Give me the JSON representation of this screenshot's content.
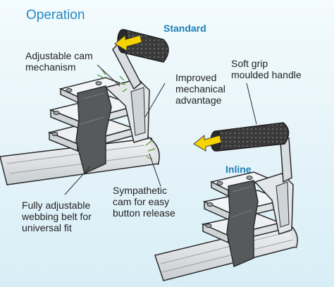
{
  "title": "Operation",
  "standard_title": "Standard",
  "inline_title": "Inline",
  "labels": {
    "adjustable_cam": [
      "Adjustable cam",
      "mechanism"
    ],
    "mechanical_advantage": [
      "Improved",
      "mechanical",
      "advantage"
    ],
    "soft_grip": [
      "Soft grip",
      "moulded handle"
    ],
    "webbing": [
      "Fully adjustable",
      "webbing belt for",
      "universal fit"
    ],
    "sympathetic_cam": [
      "Sympathetic",
      "cam for easy",
      "button release"
    ]
  },
  "colors": {
    "title_blue": "#2789c4",
    "arrow_yellow": "#f5d400",
    "strap_grey": "#58595b",
    "metal_light": "#e9ecef",
    "outline": "#2b2b2b"
  }
}
